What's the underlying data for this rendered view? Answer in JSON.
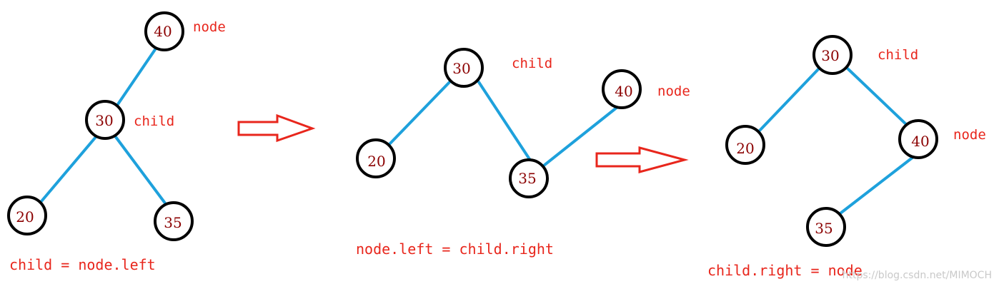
{
  "colors": {
    "edge": "#1ea1dc",
    "label": "#e8261c",
    "node_text": "#8b0000",
    "arrow": "#e8261c"
  },
  "panel1": {
    "n40": "40",
    "n30": "30",
    "n20": "20",
    "n35": "35",
    "node_label": "node",
    "child_label": "child",
    "caption": "child = node.left"
  },
  "panel2": {
    "n30": "30",
    "n20": "20",
    "n35": "35",
    "n40": "40",
    "child_label": "child",
    "node_label": "node",
    "caption": "node.left = child.right"
  },
  "panel3": {
    "n30": "30",
    "n20": "20",
    "n40": "40",
    "n35": "35",
    "child_label": "child",
    "node_label": "node",
    "caption": "child.right = node"
  },
  "watermark": "https://blog.csdn.net/MIMOCH"
}
